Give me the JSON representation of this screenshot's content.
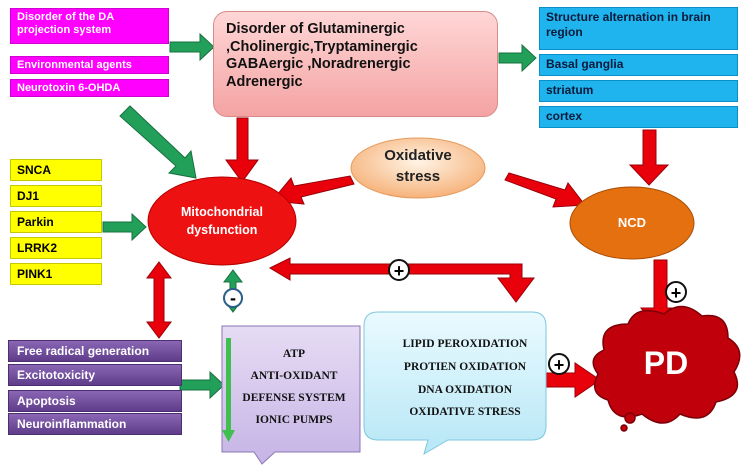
{
  "left_top_causes": [
    "Disorder of the DA projection system",
    "Environmental agents",
    "Neurotoxin 6-OHDA"
  ],
  "neurotransmitter_disorder": "Disorder of Glutaminergic ,Cholinergic,Tryptaminergic GABAergic ,Noradrenergic Adrenergic",
  "brain_regions": {
    "header": "Structure alternation in brain region",
    "items": [
      "Basal ganglia",
      "striatum",
      "cortex"
    ]
  },
  "genes": [
    "SNCA",
    "DJ1",
    "Parkin",
    "LRRK2",
    "PINK1"
  ],
  "mitochondrial": "Mitochondrial dysfunction",
  "oxidative_stress": "Oxidative stress",
  "ncd": "NCD",
  "pd": "PD",
  "processes": [
    "Free radical generation",
    "Excitotoxicity",
    "Apoptosis",
    "Neuroinflammation"
  ],
  "energy_box": [
    "ATP",
    "ANTI-OXIDANT",
    "DEFENSE SYSTEM",
    "IONIC PUMPS"
  ],
  "oxidation_box": [
    "LIPID PEROXIDATION",
    "PROTIEN OXIDATION",
    "DNA OXIDATION",
    "OXIDATIVE STRESS"
  ],
  "signs": {
    "plus": "+",
    "minus": "-"
  },
  "colors": {
    "magenta": "#ff00ff",
    "cyan": "#1fb4ee",
    "yellow": "#ffff00",
    "red_arrow": "#e8000b",
    "green_arrow": "#22a05a",
    "mito_red": "#ee1111",
    "ncd_orange": "#e5700f",
    "pd_red": "#c0000b"
  }
}
